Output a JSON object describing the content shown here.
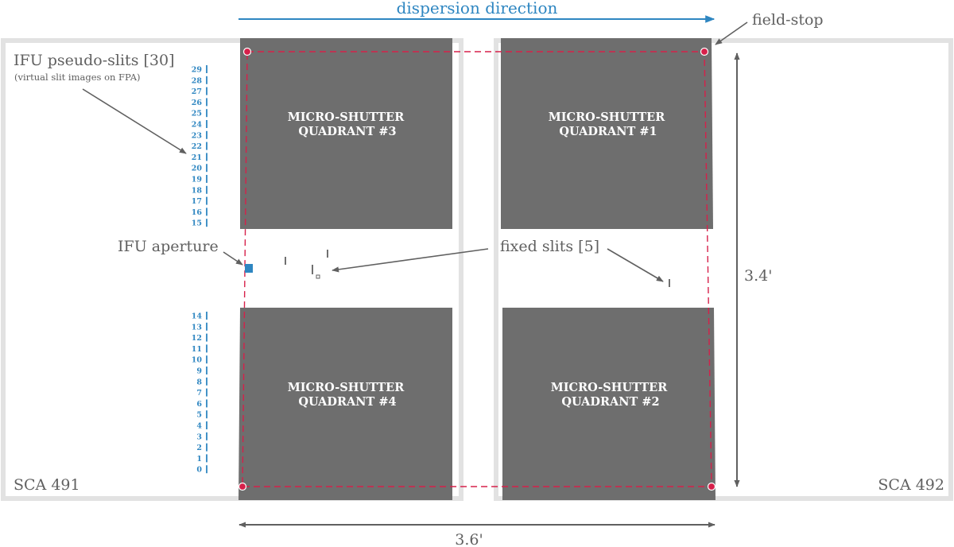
{
  "title_arrow": "dispersion direction",
  "field_stop": "field-stop",
  "ifu_slits_label": "IFU pseudo-slits [30]",
  "ifu_slits_sublabel": "(virtual slit images on FPA)",
  "ifu_aperture_label": "IFU aperture",
  "fixed_slits_label": "fixed slits [5]",
  "sca_left": "SCA 491",
  "sca_right": "SCA 492",
  "height_dim": "3.4'",
  "width_dim": "3.6'",
  "quadrants": [
    {
      "line1": "MICRO-SHUTTER",
      "line2": "QUADRANT #3"
    },
    {
      "line1": "MICRO-SHUTTER",
      "line2": "QUADRANT #1"
    },
    {
      "line1": "MICRO-SHUTTER",
      "line2": "QUADRANT #4"
    },
    {
      "line1": "MICRO-SHUTTER",
      "line2": "QUADRANT #2"
    }
  ],
  "slit_numbers_upper": [
    "29",
    "28",
    "27",
    "26",
    "25",
    "24",
    "23",
    "22",
    "21",
    "20",
    "19",
    "18",
    "17",
    "16",
    "15"
  ],
  "slit_numbers_lower": [
    "14",
    "13",
    "12",
    "11",
    "10",
    "9",
    "8",
    "7",
    "6",
    "5",
    "4",
    "3",
    "2",
    "1",
    "0"
  ],
  "colors": {
    "quadrant": "#6e6e6e",
    "frame": "#e2e2e2",
    "field_stop": "#d6204a",
    "accent": "#2e86c1",
    "annotation": "#606060"
  }
}
